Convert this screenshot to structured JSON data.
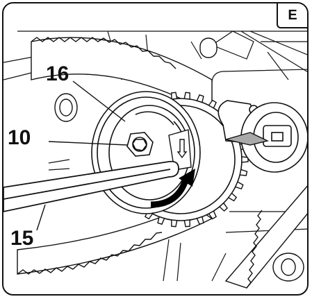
{
  "panel": {
    "letter": "E"
  },
  "callouts": {
    "c16": "16",
    "c10": "10",
    "c15": "15"
  },
  "colors": {
    "line": "#111111",
    "fill": "#ffffff",
    "pointer": "#a9a9a9",
    "arrow": "#000000"
  }
}
